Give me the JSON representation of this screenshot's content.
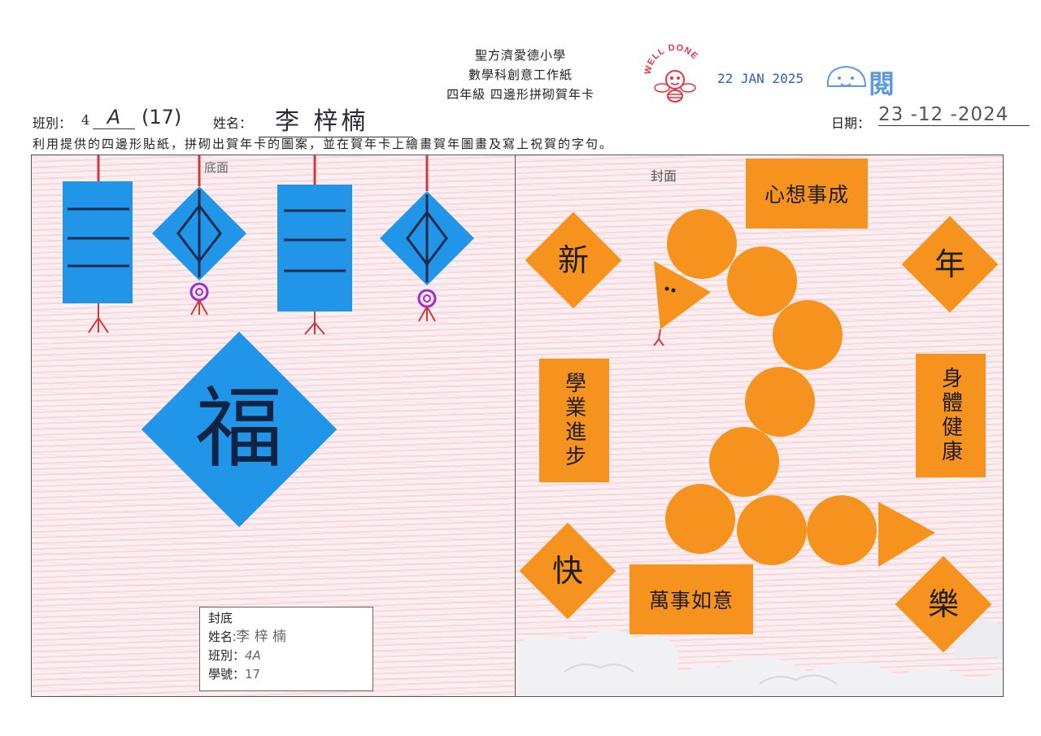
{
  "header": {
    "school": "聖方濟愛德小學",
    "subject": "數學科創意工作紙",
    "topic": "四年級 四邊形拼砌賀年卡"
  },
  "stamp": {
    "text": "WELL DONE",
    "date": "22 JAN 2025",
    "read_mark": "閱"
  },
  "student": {
    "class_label": "班別：",
    "class_grade": "4",
    "class_value": "A",
    "number_value": "(17)",
    "name_label": "姓名：",
    "name_value": "李 梓楠",
    "date_label": "日期：",
    "date_value": "23 -12 -2024"
  },
  "instruction": "利用提供的四邊形貼紙，拼砌出賀年卡的圖案，並在賀年卡上繪畫賀年圖畫及寫上祝賀的字句。",
  "back_cover": {
    "side_note": "底面",
    "fu_char": "福",
    "info_title": "封底",
    "name_label": "姓名:",
    "name_value": "李 梓 楠",
    "class_label": "班別：",
    "class_value": "4A",
    "number_label": "學號：",
    "number_value": "17"
  },
  "front_cover": {
    "side_note": "封面",
    "diamonds": [
      "新",
      "年",
      "快",
      "樂"
    ],
    "blessings": {
      "top": "心想事成",
      "left": "學業進步",
      "right": "身體健康",
      "bottom": "萬事如意"
    }
  },
  "colors": {
    "blue_sticker": "#2196e8",
    "orange_sticker": "#f6931e",
    "crayon_pink": "#f3b9c4",
    "stamp_red": "#e8323f",
    "stamp_blue": "#2f5fb5"
  }
}
